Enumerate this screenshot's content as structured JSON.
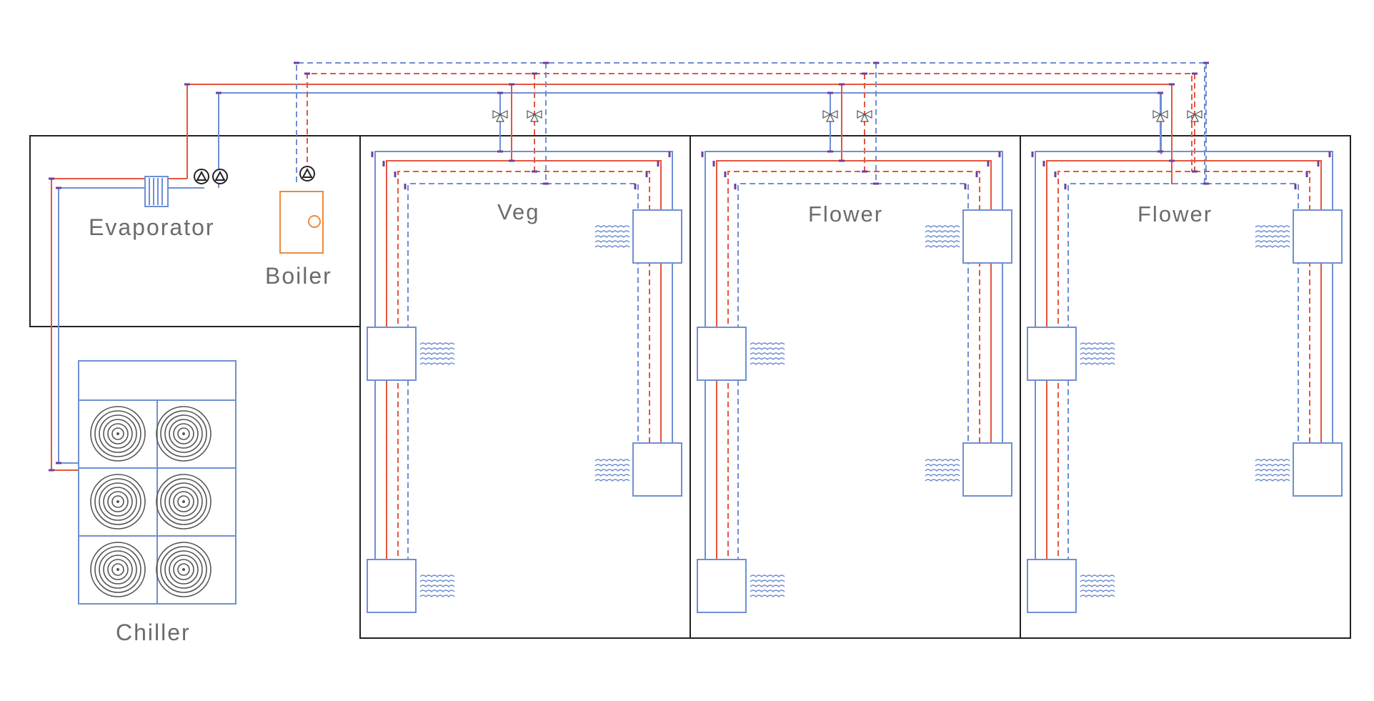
{
  "labels": {
    "evaporator": "Evaporator",
    "boiler": "Boiler",
    "chiller": "Chiller"
  },
  "rooms": [
    {
      "name": "Veg"
    },
    {
      "name": "Flower"
    },
    {
      "name": "Flower"
    }
  ],
  "colors": {
    "outline": "#222222",
    "cold_supply": "#6f8fd3",
    "hot_supply": "#e5553f",
    "fitting": "#6a3fa0",
    "boiler": "#ee8a3a",
    "fan": "#555555",
    "label": "#6b6b6b"
  },
  "icons": {
    "pump": "pump-icon",
    "valve": "three-way-valve-icon",
    "fan_coil": "fan-coil-icon",
    "airflow": "airflow-icon",
    "fan": "chiller-fan-icon",
    "heat_exchanger": "heat-exchanger-icon"
  }
}
